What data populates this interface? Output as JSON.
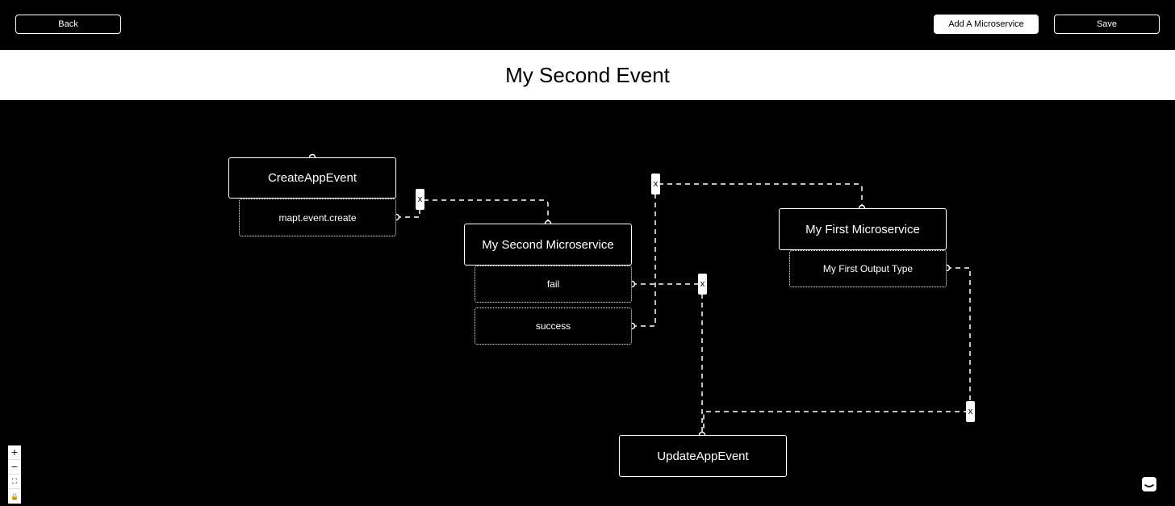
{
  "toolbar": {
    "back_label": "Back",
    "add_label": "Add A Microservice",
    "save_label": "Save"
  },
  "page": {
    "title": "My Second Event"
  },
  "nodes": {
    "create_app_event": {
      "label": "CreateAppEvent",
      "port": "mapt.event.create"
    },
    "second_microservice": {
      "label": "My Second Microservice",
      "ports": [
        "fail",
        "success"
      ]
    },
    "first_microservice": {
      "label": "My First Microservice",
      "port": "My First Output Type"
    },
    "update_app_event": {
      "label": "UpdateAppEvent"
    }
  },
  "edge_delete_label": "x",
  "zoom_controls": {
    "zoom_in": "+",
    "zoom_out": "−",
    "fit_view": "⛶",
    "lock": "🔒"
  },
  "colors": {
    "background": "#000000",
    "foreground": "#ffffff",
    "title_bar": "#ffffff"
  }
}
